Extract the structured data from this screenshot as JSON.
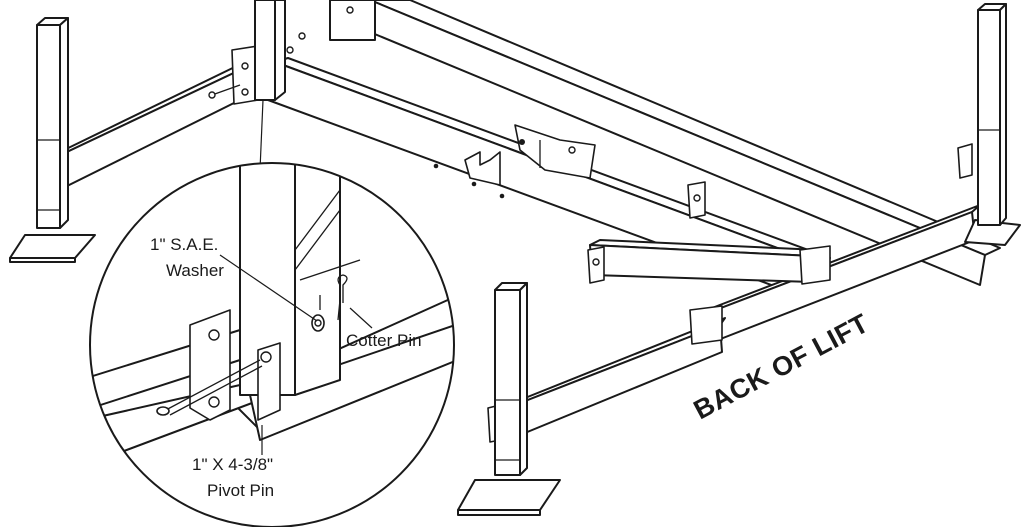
{
  "labels": {
    "washer_line1": "1\" S.A.E.",
    "washer_line2": "Washer",
    "cotter_pin": "Cotter Pin",
    "pivot_line1": "1\" X 4-3/8\"",
    "pivot_line2": "Pivot Pin",
    "back_of_lift": "BACK OF LIFT"
  },
  "colors": {
    "ink": "#1a1a1a",
    "background": "#ffffff"
  }
}
